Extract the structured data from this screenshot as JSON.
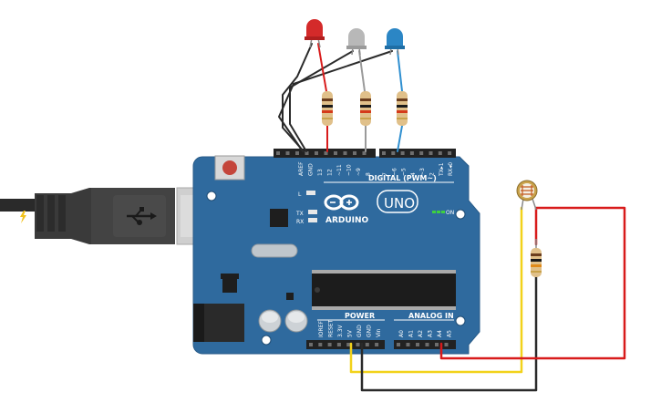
{
  "canvas": {
    "background": "#ffffff"
  },
  "board": {
    "color": "#2f6a9e",
    "digital_label": "DIGITAL (PWM~)",
    "brand": "ARDUINO",
    "model": "UNO",
    "on_label": "ON",
    "l_label": "L",
    "tx_label": "TX",
    "rx_label": "RX",
    "power_label": "POWER",
    "analog_label": "ANALOG IN",
    "digital_pins": [
      "AREF",
      "GND",
      "13",
      "12",
      "~11",
      "~10",
      "~9",
      "8",
      "7",
      "~6",
      "~5",
      "4",
      "~3",
      "2",
      "TX▸1",
      "RX◂0"
    ],
    "power_pins": [
      "IOREF",
      "RESET",
      "3.3V",
      "5V",
      "GND",
      "GND",
      "Vin"
    ],
    "analog_pins": [
      "A0",
      "A1",
      "A2",
      "A3",
      "A4",
      "A5"
    ]
  },
  "leds": [
    {
      "name": "red-led",
      "color": "#d42a2a"
    },
    {
      "name": "white-led",
      "color": "#b8b8b8"
    },
    {
      "name": "blue-led",
      "color": "#2b86c5"
    }
  ],
  "wires": {
    "red": "#d81b1b",
    "black": "#2a2a2a",
    "yellow": "#f2d21b",
    "gray": "#9a9a9a",
    "blue": "#2f8fd0"
  },
  "components": {
    "photoresistor": "photoresistor",
    "usb_cable": "usb-cable",
    "barrel_jack": "power-jack"
  }
}
